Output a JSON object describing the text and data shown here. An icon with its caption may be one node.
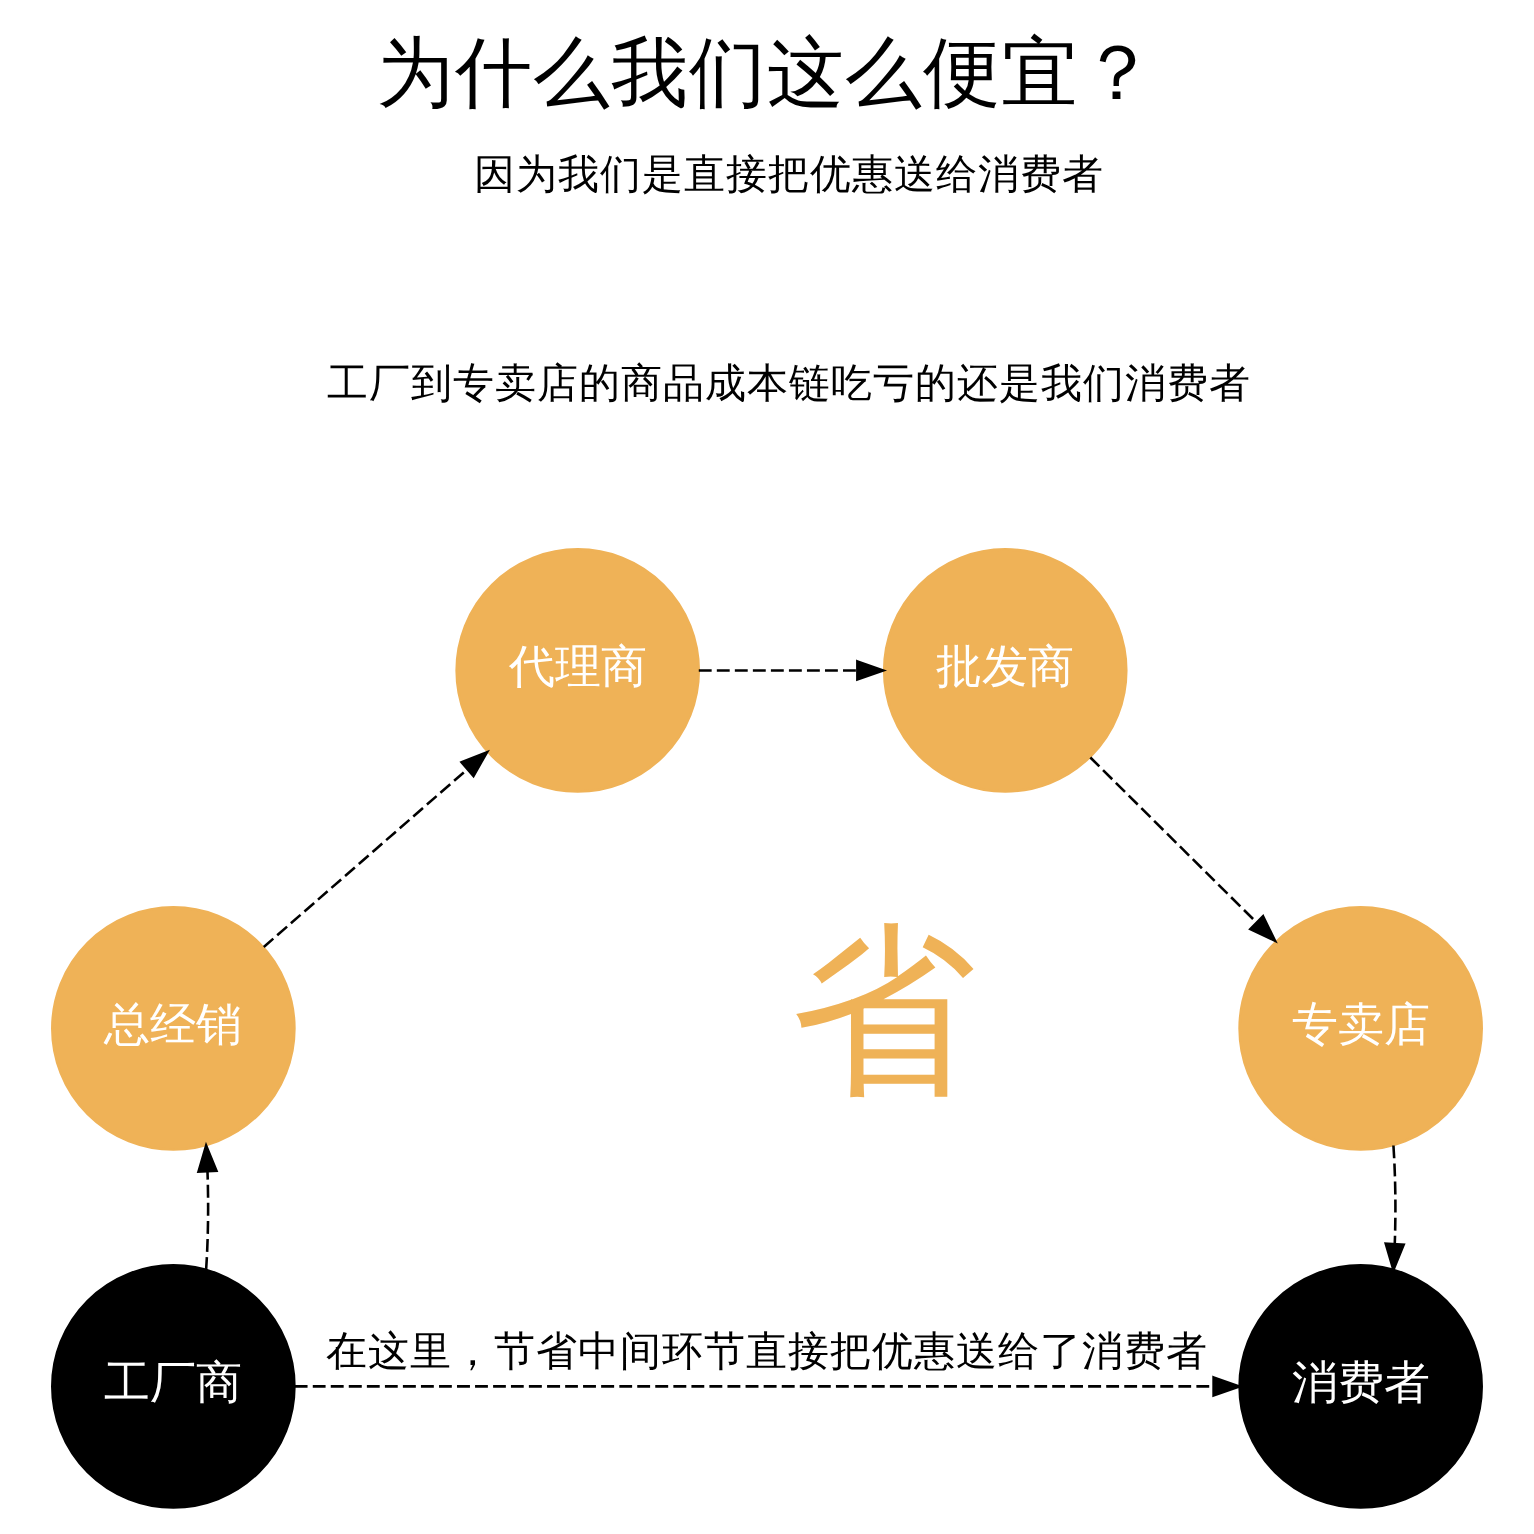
{
  "diagram": {
    "title": "为什么我们这么便宜？",
    "nodes": [
      {
        "text": [
          "工厂商"
        ]
      },
      {
        "text": [
          "总经销"
        ]
      },
      {
        "text": [
          "代理商"
        ]
      },
      {
        "text": [
          "批发商"
        ]
      },
      {
        "text": [
          "专卖店"
        ]
      },
      {
        "text": [
          "消费者"
        ]
      }
    ],
    "edges": [
      {
        "from": 0,
        "to": 1,
        "arrow": "to",
        "style": "dashed"
      },
      {
        "from": 1,
        "to": 2,
        "arrow": "to",
        "style": "dashed"
      },
      {
        "from": 2,
        "to": 3,
        "arrow": "to",
        "style": "dashed"
      },
      {
        "from": 3,
        "to": 4,
        "arrow": "to",
        "style": "dashed"
      },
      {
        "from": 4,
        "to": 5,
        "arrow": "to",
        "style": "dashed"
      },
      {
        "from": 0,
        "to": 5,
        "arrow": "to",
        "style": "dashed",
        "label": "在这里，节省中间环节直接把优惠送给了消费者"
      }
    ],
    "labels": [
      "因为我们是直接把优惠送给消费者",
      "工厂到专卖店的商品成本链吃亏的还是我们消费者",
      "省"
    ]
  }
}
